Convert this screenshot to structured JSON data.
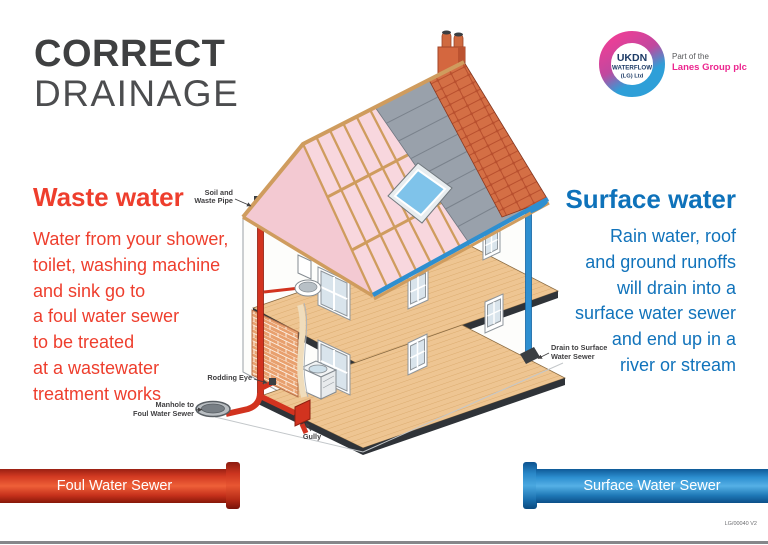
{
  "title": {
    "bold": "CORRECT",
    "light": "DRAINAGE"
  },
  "logo": {
    "name_top": "UKDN",
    "name_mid": "WATERFLOW",
    "name_bottom": "(LG) Ltd",
    "part_of": "Part of the",
    "group_name": "Lanes Group plc",
    "pink": "#ec268f",
    "blue": "#2e9fd8"
  },
  "waste_water": {
    "heading": "Waste water",
    "lines": [
      "Water from your shower,",
      "toilet, washing machine",
      "and sink go to",
      "a foul water sewer",
      "to be treated",
      "at a wastewater",
      "treatment works"
    ]
  },
  "surface_water": {
    "heading": "Surface water",
    "lines": [
      "Rain water, roof",
      "and ground runoffs",
      "will drain into a",
      "surface water sewer",
      "and end up in a",
      "river or stream"
    ]
  },
  "diagram_labels": {
    "soil_1": "Soil and",
    "soil_2": "Waste Pipe",
    "rodding": "Rodding Eye",
    "manhole_1": "Manhole to",
    "manhole_2": "Foul Water Sewer",
    "gully": "Gully",
    "drain_1": "Drain to Surface",
    "drain_2": "Water Sewer"
  },
  "sewer_pipes": {
    "foul_label": "Foul Water Sewer",
    "surface_label": "Surface Water Sewer",
    "foul_color": "#d23a22",
    "surface_color": "#2d8fd0"
  },
  "footer_ref": "LG/00040 V2",
  "colors": {
    "red_text": "#ee3e2d",
    "blue_text": "#1173bb",
    "title_gray": "#3f4041"
  }
}
